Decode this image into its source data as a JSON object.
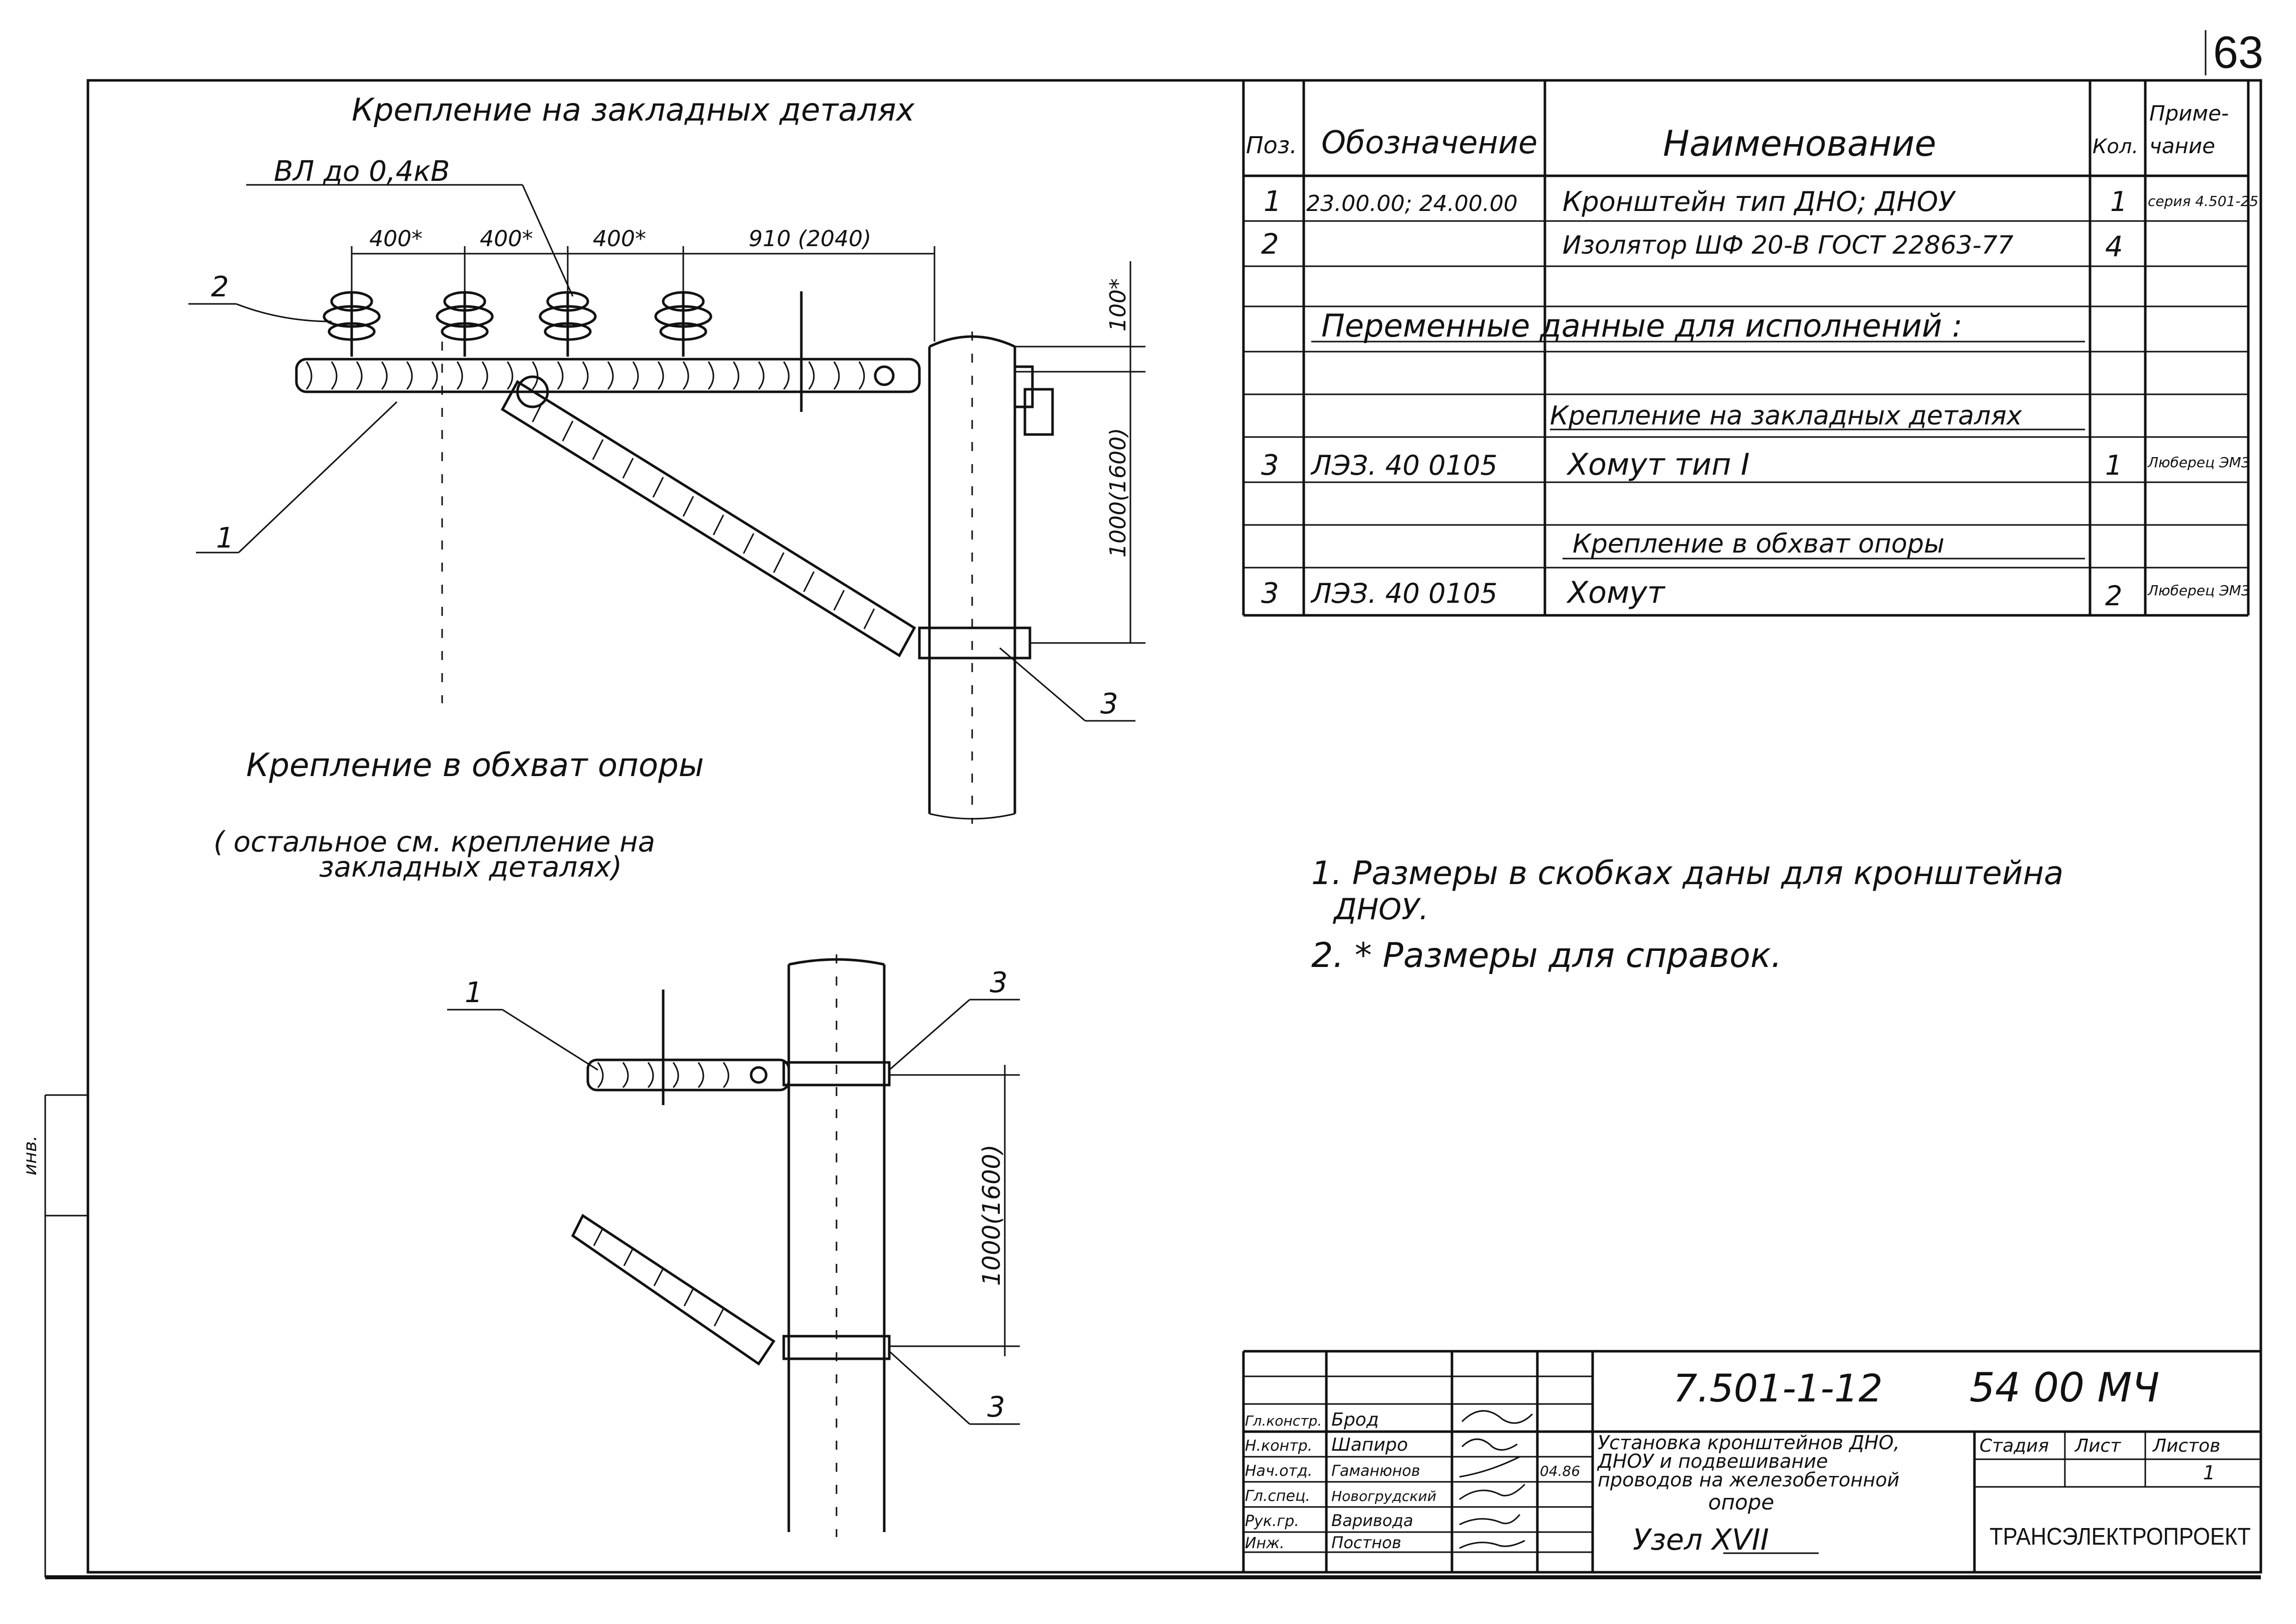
{
  "page_number": "63",
  "left_margin_label": "инв.",
  "drawing": {
    "top_title": "Крепление на закладных деталях",
    "line_label": "ВЛ до 0,4кВ",
    "dims_top": [
      "400*",
      "400*",
      "400*",
      "910 (2040)"
    ],
    "dim_small": "100*",
    "dim_vertical": "1000(1600)",
    "callouts_top": [
      "2",
      "1",
      "3"
    ],
    "second_title": "Крепление в обхват опоры",
    "second_subtitle_line1": "( остальное см. крепление на",
    "second_subtitle_line2": "закладных деталях)",
    "callouts_bottom": [
      "1",
      "3",
      "3"
    ],
    "dim_vertical_bottom": "1000(1600)"
  },
  "spec_table": {
    "headers": [
      "Поз.",
      "Обозначение",
      "Наименование",
      "Кол.",
      "Приме-\nчание"
    ],
    "header_note_line1": "Приме-",
    "header_note_line2": "чание",
    "rows": [
      {
        "pos": "1",
        "designation": "23.00.00; 24.00.00",
        "name": "Кронштейн тип ДНО; ДНОУ",
        "qty": "1",
        "note": "серия 4.501-25"
      },
      {
        "pos": "2",
        "designation": "",
        "name": "Изолятор ШФ 20-В ГОСТ 22863-77",
        "qty": "4",
        "note": ""
      }
    ],
    "section_variable": "Переменные данные для исполнений :",
    "sub1_title": "Крепление на закладных деталях",
    "sub1_row": {
      "pos": "3",
      "designation": "ЛЭЗ. 40 0105",
      "name": "Хомут тип I",
      "qty": "1",
      "note": "Люберец ЭМЗ"
    },
    "sub2_title": "Крепление в обхват опоры",
    "sub2_row": {
      "pos": "3",
      "designation": "ЛЭЗ. 40 0105",
      "name": "Хомут",
      "qty": "2",
      "note": "Люберец ЭМЗ"
    }
  },
  "notes": [
    "1. Размеры в скобках даны для кронштейна",
    "ДНОУ.",
    "2. * Размеры для справок."
  ],
  "title_block": {
    "doc_code": "7.501-1-12",
    "sheet_code": "54 00 МЧ",
    "roles": [
      "Гл.констр.",
      "Н.контр.",
      "Нач.отд.",
      "Гл.спец.",
      "Рук.гр.",
      "Инж."
    ],
    "names": [
      "Брод",
      "Шапиро",
      "Гаманюнов",
      "Новогрудский",
      "Варивода",
      "Постнов"
    ],
    "date": "04.86",
    "description_line1": "Установка кронштейнов ДНО,",
    "description_line2": "ДНОУ и подвешивание",
    "description_line3": "проводов на железобетонной",
    "description_line4": "опоре",
    "node_label": "Узел XVII",
    "col_stage": "Стадия",
    "col_sheet": "Лист",
    "col_sheets": "Листов",
    "sheets_value": "1",
    "organization": "ТРАНСЭЛЕКТРОПРОЕКТ"
  }
}
